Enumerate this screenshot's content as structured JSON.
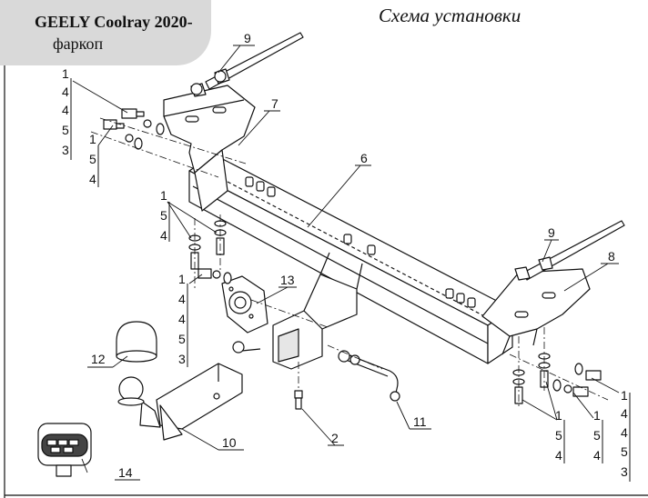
{
  "header": {
    "title_line1": "GEELY Coolray 2020-",
    "title_line2": "фаркоп"
  },
  "diagram": {
    "heading": "Схема установки",
    "callouts": {
      "c1": "1",
      "c2": "2",
      "c6": "6",
      "c7": "7",
      "c8": "8",
      "c9a": "9",
      "c9b": "9",
      "c10": "10",
      "c11": "11",
      "c12": "12",
      "c13": "13",
      "c14": "14"
    },
    "stacks": {
      "top_left": [
        "1",
        "4",
        "4",
        "5",
        "3"
      ],
      "mid_left": [
        "1",
        "5",
        "4"
      ],
      "left_center": [
        "1",
        "5",
        "4"
      ],
      "left_lower": [
        "1",
        "4",
        "4",
        "5",
        "3"
      ],
      "right_a": [
        "1",
        "5",
        "4"
      ],
      "right_b": [
        "1",
        "5",
        "4"
      ],
      "right_c": [
        "1",
        "4",
        "4",
        "5",
        "3"
      ]
    }
  }
}
